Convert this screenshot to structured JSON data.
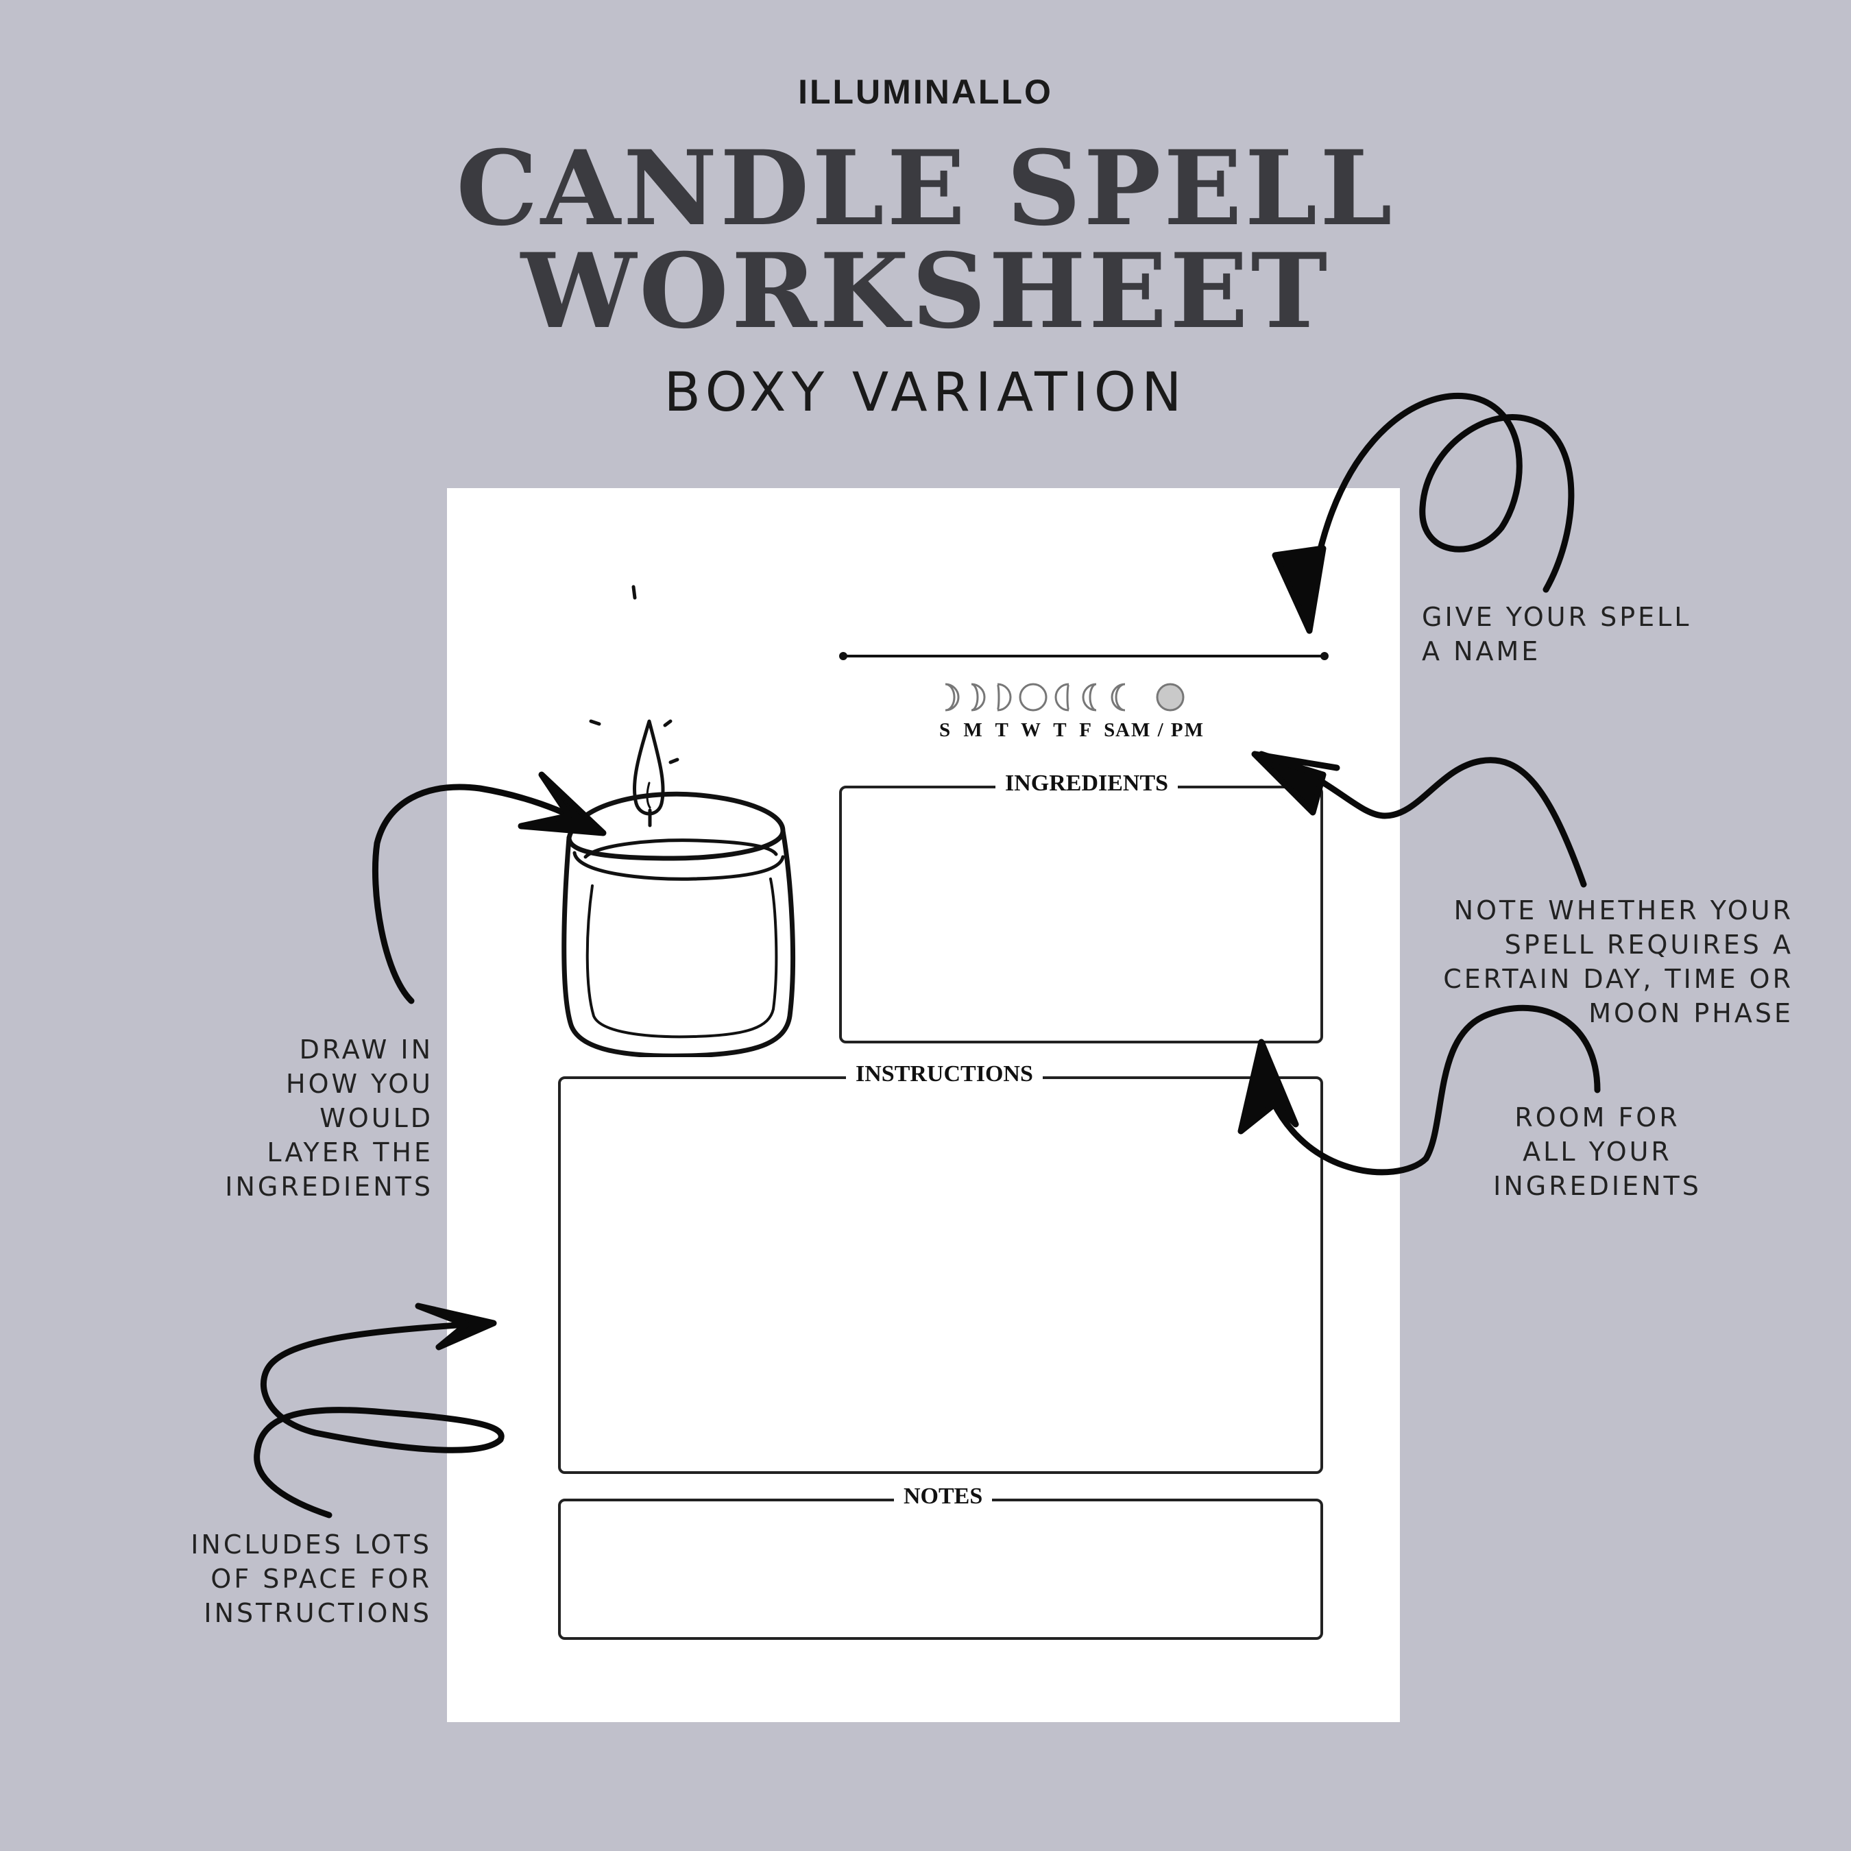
{
  "brand": "ILLUMINALLO",
  "title_line1": "CANDLE SPELL",
  "title_line2": "WORKSHEET",
  "subtitle": "BOXY VARIATION",
  "worksheet": {
    "weekdays": "S M T W T F S",
    "ampm": "AM / PM",
    "moon_phases": [
      "waning-crescent",
      "waning-crescent",
      "last-quarter",
      "new-moon",
      "first-quarter",
      "waxing-crescent",
      "waxing-crescent",
      "full-moon"
    ],
    "ingredients_label": "INGREDIENTS",
    "instructions_label": "INSTRUCTIONS",
    "notes_label": "NOTES"
  },
  "annotations": {
    "spell_name": "GIVE YOUR SPELL\nA NAME",
    "day_time": "NOTE WHETHER YOUR\nSPELL REQUIRES A\nCERTAIN DAY, TIME OR\nMOON PHASE",
    "room": "ROOM FOR\nALL YOUR\nINGREDIENTS",
    "draw": "DRAW IN\nHOW YOU\nWOULD\nLAYER THE\nINGREDIENTS",
    "space": "INCLUDES LOTS\nOF SPACE FOR\nINSTRUCTIONS"
  },
  "colors": {
    "background": "#c0c0cb",
    "title": "#3b3b40",
    "sheet": "#ffffff",
    "ink": "#111111"
  }
}
